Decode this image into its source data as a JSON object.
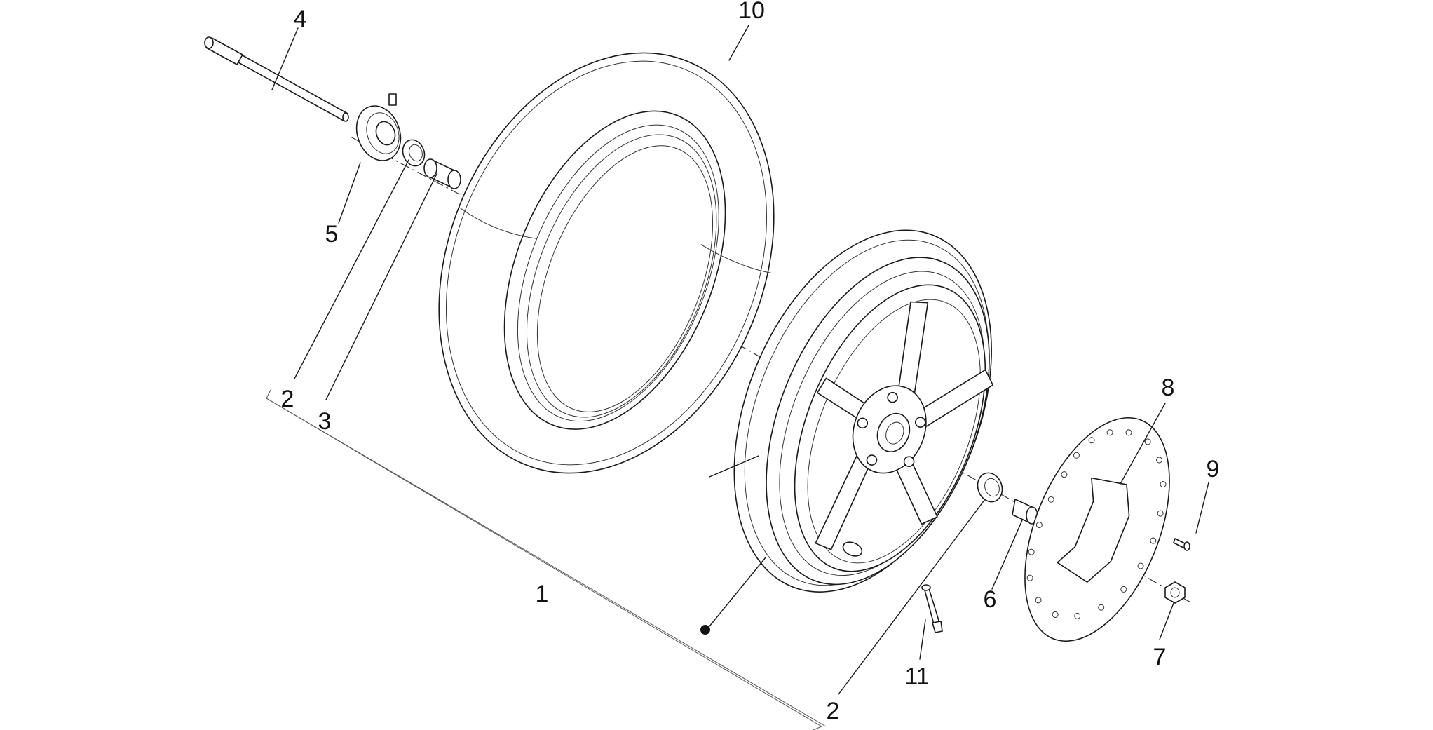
{
  "callouts": [
    {
      "id": "c4",
      "text": "4"
    },
    {
      "id": "c10",
      "text": "10"
    },
    {
      "id": "c5",
      "text": "5"
    },
    {
      "id": "c2a",
      "text": "2"
    },
    {
      "id": "c3",
      "text": "3"
    },
    {
      "id": "c8",
      "text": "8"
    },
    {
      "id": "c9",
      "text": "9"
    },
    {
      "id": "c1",
      "text": "1"
    },
    {
      "id": "c6",
      "text": "6"
    },
    {
      "id": "c7",
      "text": "7"
    },
    {
      "id": "c11",
      "text": "11"
    },
    {
      "id": "c2b",
      "text": "2"
    }
  ]
}
